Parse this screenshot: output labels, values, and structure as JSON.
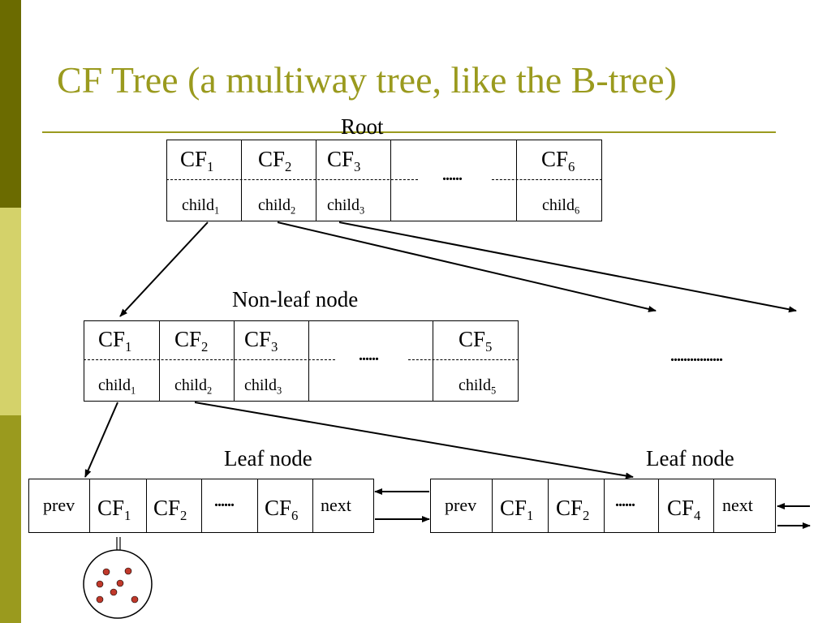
{
  "colors": {
    "sidebar_dark": "#6b6b00",
    "sidebar_light": "#d4d26a",
    "accent": "#9a9a1e",
    "text": "#000000",
    "leaf_dot": "#c0392b"
  },
  "title": "CF Tree (a multiway tree, like the B-tree)",
  "labels": {
    "root": "Root",
    "nonleaf": "Non-leaf node",
    "leaf_left": "Leaf node",
    "leaf_right": "Leaf node"
  },
  "root_node": {
    "entries": [
      {
        "cf": "CF",
        "cf_sub": "1",
        "child": "child",
        "child_sub": "1"
      },
      {
        "cf": "CF",
        "cf_sub": "2",
        "child": "child",
        "child_sub": "2"
      },
      {
        "cf": "CF",
        "cf_sub": "3",
        "child": "child",
        "child_sub": "3"
      },
      {
        "cf": "CF",
        "cf_sub": "6",
        "child": "child",
        "child_sub": "6"
      }
    ],
    "ellipsis": "......"
  },
  "nonleaf_node": {
    "entries": [
      {
        "cf": "CF",
        "cf_sub": "1",
        "child": "child",
        "child_sub": "1"
      },
      {
        "cf": "CF",
        "cf_sub": "2",
        "child": "child",
        "child_sub": "2"
      },
      {
        "cf": "CF",
        "cf_sub": "3",
        "child": "child",
        "child_sub": "3"
      },
      {
        "cf": "CF",
        "cf_sub": "5",
        "child": "child",
        "child_sub": "5"
      }
    ],
    "ellipsis": "......",
    "side_ellipsis": "................"
  },
  "leaf_left": {
    "prev": "prev",
    "next": "next",
    "entries": [
      {
        "cf": "CF",
        "cf_sub": "1"
      },
      {
        "cf": "CF",
        "cf_sub": "2"
      },
      {
        "cf": "CF",
        "cf_sub": "6"
      }
    ],
    "ellipsis": "......"
  },
  "leaf_right": {
    "prev": "prev",
    "next": "next",
    "entries": [
      {
        "cf": "CF",
        "cf_sub": "1"
      },
      {
        "cf": "CF",
        "cf_sub": "2"
      },
      {
        "cf": "CF",
        "cf_sub": "4"
      }
    ],
    "ellipsis": "......"
  }
}
